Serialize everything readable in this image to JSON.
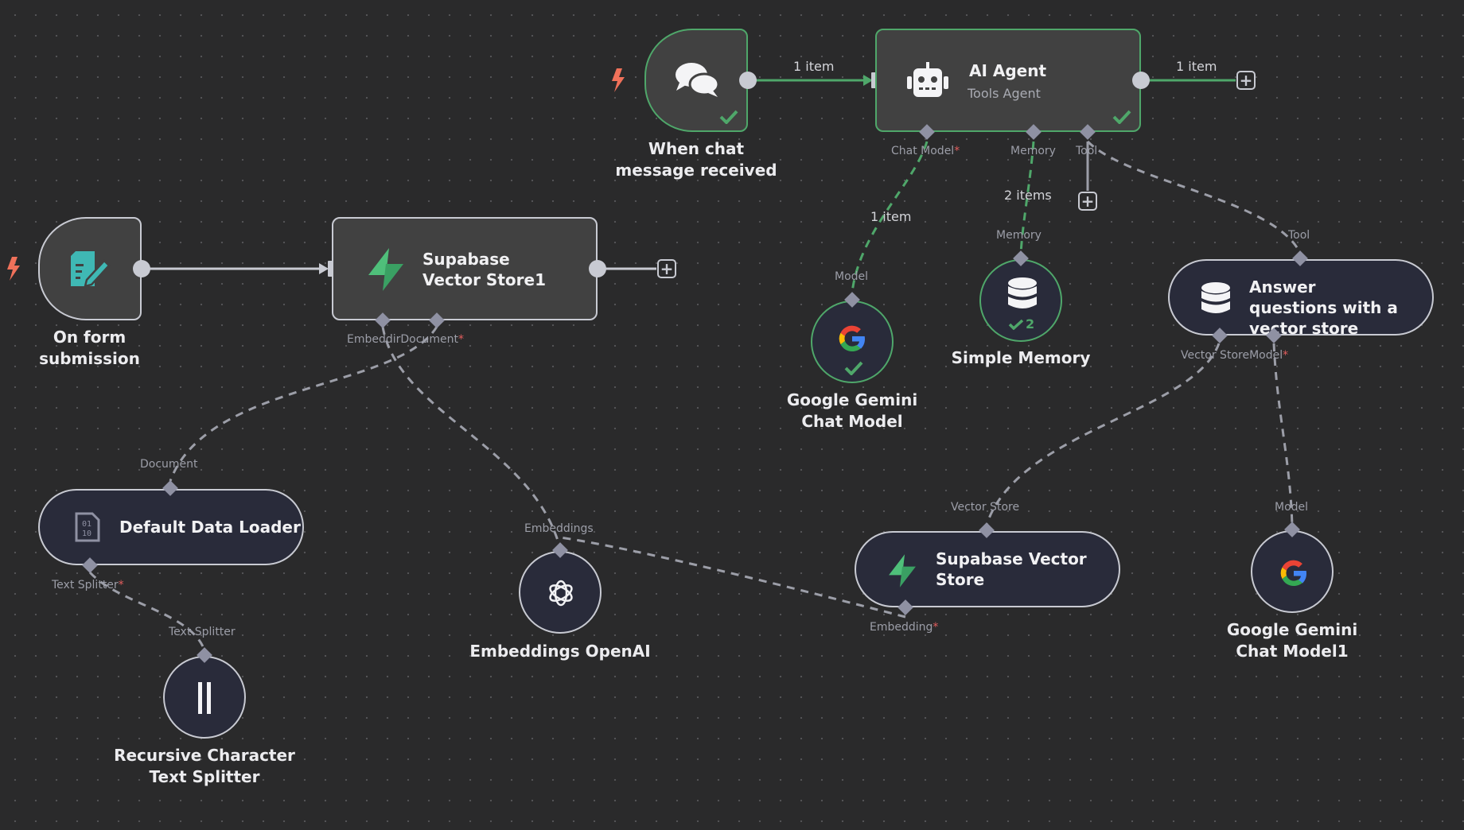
{
  "canvas": {
    "colors": {
      "background": "#2a2a2b",
      "success_border": "#4fa76a",
      "default_border": "#c8cad2",
      "trigger_bolt": "#f0715a",
      "required_asterisk": "#e25d5d",
      "form_icon": "#3fb8b4"
    }
  },
  "nodes": {
    "chat_trigger": {
      "name": "When chat message received",
      "icon": "chat-bubbles-icon",
      "status": "success"
    },
    "ai_agent": {
      "title": "AI Agent",
      "subtitle": "Tools Agent",
      "icon": "robot-icon",
      "status": "success",
      "ports": {
        "chat_model": "Chat Model",
        "memory": "Memory",
        "tool": "Tool"
      }
    },
    "form_trigger": {
      "name": "On form submission",
      "icon": "form-edit-icon"
    },
    "supabase_store1": {
      "title": "Supabase Vector Store1",
      "icon": "supabase-icon",
      "ports": {
        "embedding": "Embeddir",
        "document": "Document"
      }
    },
    "gemini_chat": {
      "name": "Google Gemini Chat Model",
      "icon": "google-icon",
      "status": "success",
      "port": "Model"
    },
    "simple_memory": {
      "name": "Simple Memory",
      "icon": "database-icon",
      "status": "success",
      "run_count": "2",
      "port": "Memory"
    },
    "answer_vector": {
      "title": "Answer questions with a vector store",
      "icon": "database-icon",
      "port_in": "Tool",
      "ports": {
        "vector_store": "Vector Store",
        "model": "Model"
      }
    },
    "data_loader": {
      "title": "Default Data Loader",
      "icon": "binary-file-icon",
      "port_in": "Document",
      "ports": {
        "text_splitter": "Text Splitter"
      }
    },
    "embeddings_openai": {
      "name": "Embeddings OpenAI",
      "icon": "openai-icon",
      "port": "Embeddings"
    },
    "supabase_store": {
      "title": "Supabase Vector Store",
      "icon": "supabase-icon",
      "port_in": "Vector Store",
      "ports": {
        "embedding": "Embedding"
      }
    },
    "gemini_chat1": {
      "name": "Google Gemini Chat Model1",
      "icon": "google-icon",
      "port": "Model"
    },
    "text_splitter": {
      "name": "Recursive Character Text Splitter",
      "icon": "text-splitter-icon",
      "port": "Text Splitter"
    }
  },
  "edges": {
    "chat_to_agent": "1 item",
    "agent_out": "1 item",
    "gemini_to_agent": "1 item",
    "memory_to_agent": "2 items"
  },
  "required_mark": "*",
  "add_label": "+"
}
